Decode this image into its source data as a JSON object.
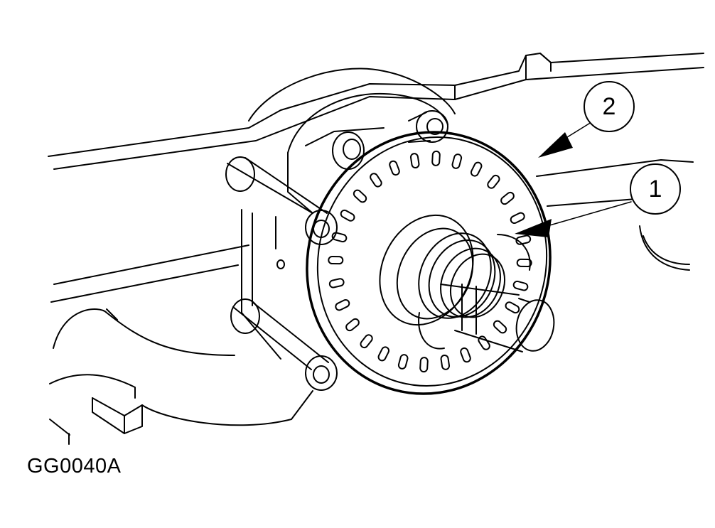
{
  "figure": {
    "code": "GG0040A",
    "callouts": [
      {
        "number": "1"
      },
      {
        "number": "2"
      }
    ]
  },
  "colors": {
    "ink": "#000000",
    "paper": "#ffffff"
  }
}
